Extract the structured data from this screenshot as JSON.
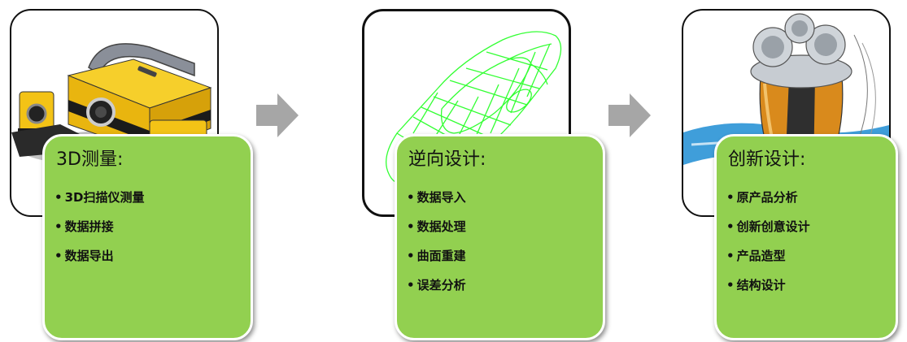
{
  "stages": [
    {
      "title": "3D测量:",
      "image": "3d-scanner-image",
      "items": [
        "3D扫描仪测量",
        "数据拼接",
        "数据导出"
      ]
    },
    {
      "title": "逆向设计:",
      "image": "car-wireframe-image",
      "items": [
        "数据导入",
        "数据处理",
        "曲面重建",
        "误差分析"
      ]
    },
    {
      "title": "创新设计:",
      "image": "shaver-render-image",
      "items": [
        "原产品分析",
        "创新创意设计",
        "产品造型",
        "结构设计"
      ]
    }
  ],
  "bullet": "•",
  "colors": {
    "card_fill": "#92d050",
    "arrow": "#a6a6a6",
    "frame_border": "#111111",
    "scanner_yellow": "#f3c316",
    "wireframe_green": "#33ff33",
    "water_blue": "#2a93d6"
  }
}
